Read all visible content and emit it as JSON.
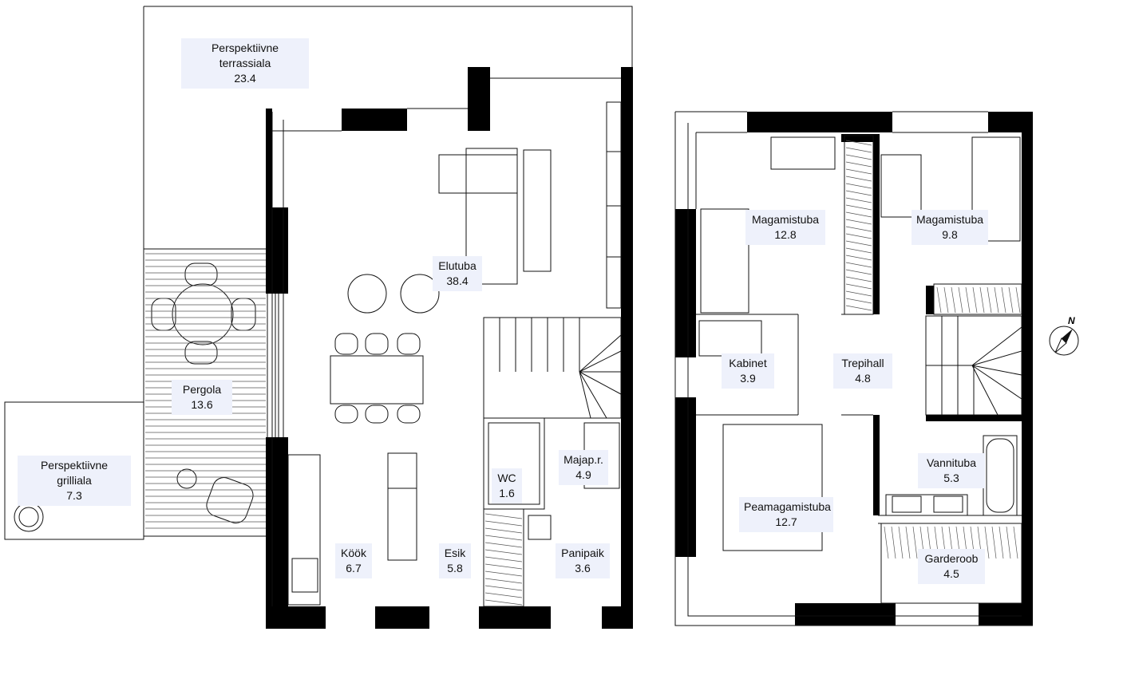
{
  "rooms": {
    "terrace": {
      "name": "Perspektiivne terrassiala",
      "area": "23.4"
    },
    "pergola": {
      "name": "Pergola",
      "area": "13.6"
    },
    "grill": {
      "name": "Perspektiivne grilliala",
      "area": "7.3"
    },
    "living": {
      "name": "Elutuba",
      "area": "38.4"
    },
    "kitchen": {
      "name": "Köök",
      "area": "6.7"
    },
    "hall": {
      "name": "Esik",
      "area": "5.8"
    },
    "wc": {
      "name": "WC",
      "area": "1.6"
    },
    "utility": {
      "name": "Majap.r.",
      "area": "4.9"
    },
    "bathroom1": {
      "name": "Panipaik",
      "area": "3.6"
    },
    "bedroom1": {
      "name": "Magamistuba",
      "area": "12.8"
    },
    "bedroom2": {
      "name": "Magamistuba",
      "area": "9.8"
    },
    "office": {
      "name": "Kabinet",
      "area": "3.9"
    },
    "stairhall": {
      "name": "Trepihall",
      "area": "4.8"
    },
    "bath": {
      "name": "Vannituba",
      "area": "5.3"
    },
    "master": {
      "name": "Peamagamistuba",
      "area": "12.7"
    },
    "wardrobe": {
      "name": "Garderoob",
      "area": "4.5"
    }
  },
  "compass": {
    "north_label": "N"
  }
}
